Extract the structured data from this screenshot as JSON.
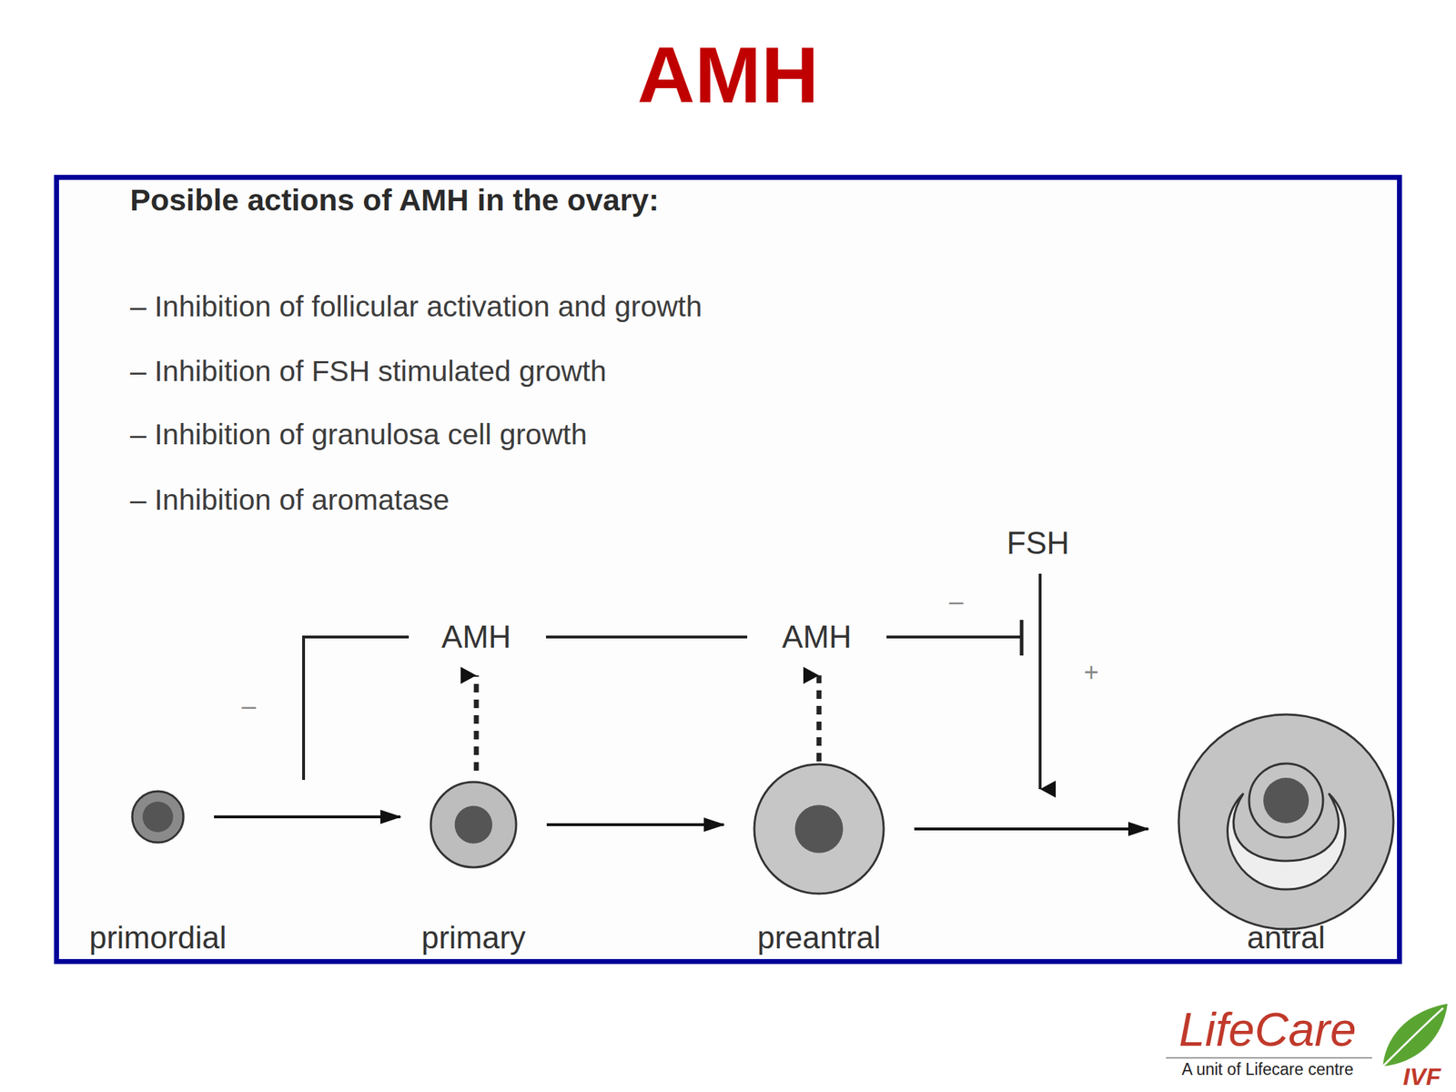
{
  "diagram": {
    "title": "AMH",
    "nodes": [
      {
        "text": [
          "Posible actions of AMH in the ovary:",
          "– Inhibition of follicular activation and growth",
          "– Inhibition of FSH stimulated growth",
          "– Inhibition of granulosa cell growth",
          "– Inhibition of aromatase"
        ]
      },
      {
        "text": [
          "primordial"
        ],
        "in": 0
      },
      {
        "text": [
          "primary"
        ],
        "in": 0
      },
      {
        "text": [
          "preantral"
        ],
        "in": 0
      },
      {
        "text": [
          "antral"
        ],
        "in": 0
      }
    ],
    "edges": [
      {
        "from": 1,
        "to": 2,
        "arrow": "to"
      },
      {
        "from": 2,
        "to": 3,
        "arrow": "to"
      },
      {
        "from": 3,
        "to": 4,
        "arrow": "to"
      }
    ],
    "labels": [
      "AMH",
      "AMH",
      "FSH",
      "–",
      "–",
      "+",
      "LifeCare",
      "A unit of Lifecare centre",
      "IVF"
    ]
  }
}
